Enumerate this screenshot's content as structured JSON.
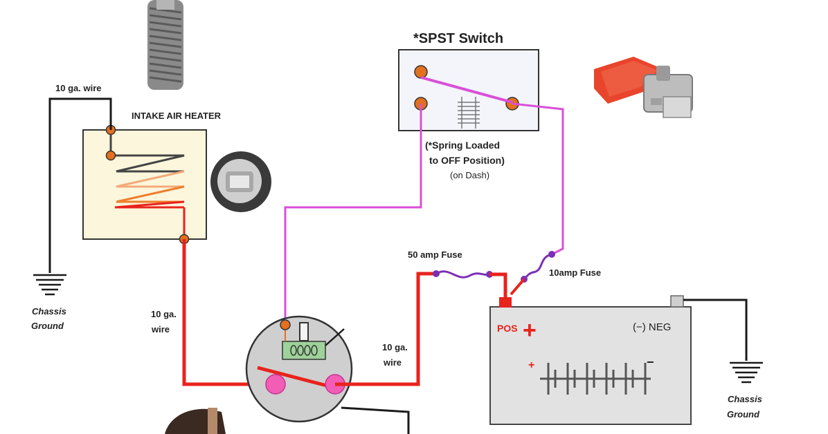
{
  "labels": {
    "spst_switch": "*SPST Switch",
    "spring_loaded_1": "(*Spring Loaded",
    "spring_loaded_2": "to OFF Position)",
    "on_dash": "(on Dash)",
    "wire_top": "10 ga. wire",
    "intake_air_heater": "INTAKE AIR HEATER",
    "wire_left_1": "10 ga.",
    "wire_left_2": "wire",
    "wire_mid_1": "10 ga.",
    "wire_mid_2": "wire",
    "fuse_50": "50 amp Fuse",
    "fuse_10": "10amp Fuse",
    "pos": "POS",
    "neg": "(−) NEG",
    "chassis_left_1": "Chassis",
    "chassis_left_2": "Ground",
    "chassis_right_1": "Chassis",
    "chassis_right_2": "Ground",
    "pos_symbol": "+",
    "cell_plus": "+",
    "cell_minus": "−"
  },
  "colors": {
    "wire_black": "#1a1a1a",
    "wire_red": "#e8231c",
    "wire_magenta": "#d94fd8",
    "terminal_orange": "#e2701e",
    "fuse_purple": "#7b2fb5",
    "relay_body": "#cfcfcf",
    "battery_body": "#e2e2e2",
    "heater_body": "#fbf6dc",
    "switch_body": "#f3f5fa",
    "contact_pink": "#f25db6"
  }
}
